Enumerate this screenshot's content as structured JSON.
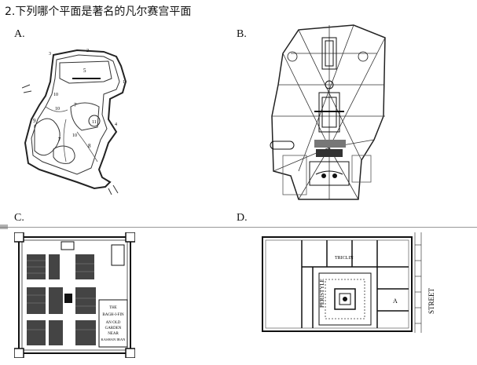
{
  "question": {
    "text": "2.下列哪个平面是著名的凡尔赛宫平面"
  },
  "options": [
    {
      "letter": "A."
    },
    {
      "letter": "B."
    },
    {
      "letter": "C."
    },
    {
      "letter": "D."
    }
  ],
  "plan_a": {
    "labels": [
      "1",
      "2",
      "3",
      "4",
      "5",
      "7",
      "7",
      "8",
      "9",
      "10",
      "10",
      "10",
      "11"
    ]
  },
  "plan_c": {
    "caption": [
      "THE",
      "BAGH-I-FIN",
      "AN OLD",
      "GARDEN",
      "NEAR",
      "KASHAN IRAN"
    ]
  },
  "plan_d": {
    "peristyle": "PERISTYLE",
    "street": "STREET",
    "triclinium": "TRICLIN",
    "room_a": "A"
  }
}
